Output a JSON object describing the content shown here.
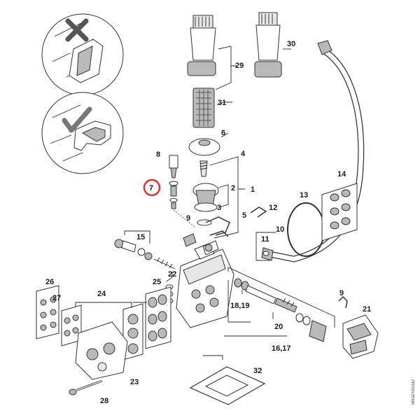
{
  "highlight_color": "#e0322c",
  "highlighted_callout": "7",
  "callouts": {
    "c1": "1",
    "c2": "2",
    "c3": "3",
    "c4": "4",
    "c5": "5",
    "c6": "6",
    "c7": "7",
    "c8": "8",
    "c9a": "9",
    "c9b": "9",
    "c10": "10",
    "c11": "11",
    "c12": "12",
    "c13": "13",
    "c14": "14",
    "c15": "15",
    "c16_17": "16,17",
    "c18_19": "18,19",
    "c20": "20",
    "c21": "21",
    "c22": "22",
    "c23": "23",
    "c24": "24",
    "c25": "25",
    "c26": "26",
    "c27": "27",
    "c28": "28",
    "c29": "29",
    "c30": "30",
    "c31": "31",
    "c32": "32"
  },
  "inset_icons": {
    "wrong": "cross-mark-icon",
    "right": "check-mark-icon"
  },
  "drawing_code": "895GET0151A2"
}
